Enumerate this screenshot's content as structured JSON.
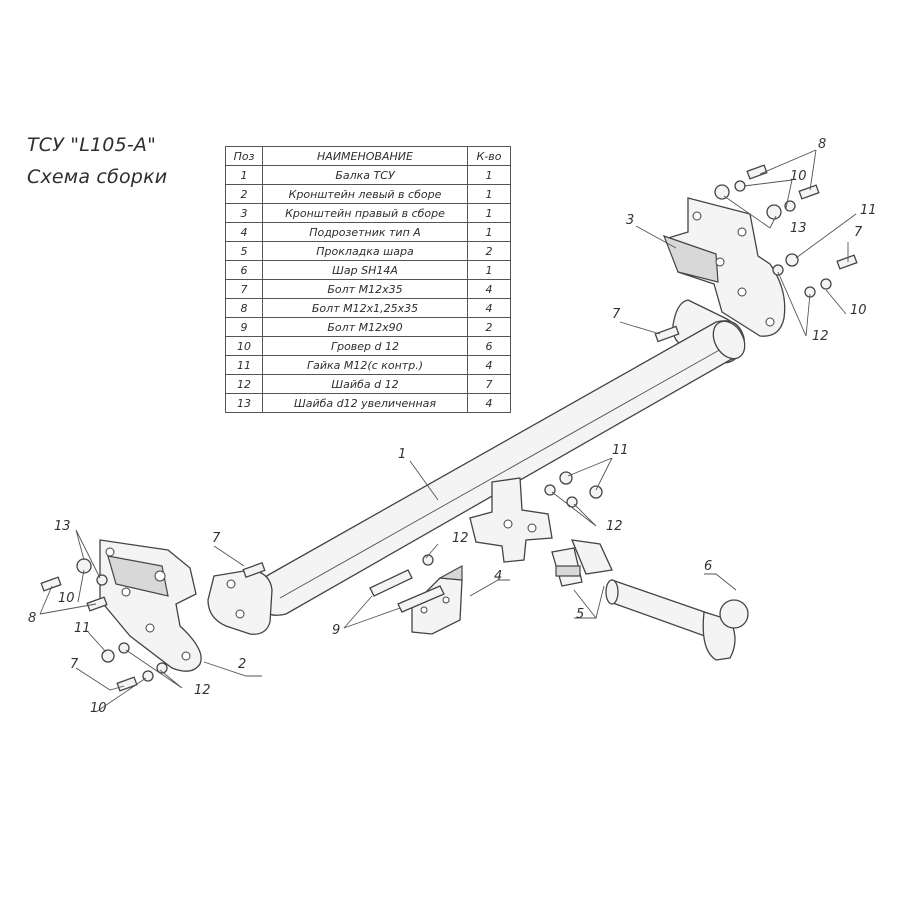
{
  "title": {
    "line1": "ТСУ \"L105-A\"",
    "line2": "Схема сборки"
  },
  "table": {
    "headers": [
      "Поз",
      "НАИМЕНОВАНИЕ",
      "К-во"
    ],
    "rows": [
      [
        "1",
        "Балка ТСУ",
        "1"
      ],
      [
        "2",
        "Кронштейн левый в сборе",
        "1"
      ],
      [
        "3",
        "Кронштейн правый в сборе",
        "1"
      ],
      [
        "4",
        "Подрозетник тип А",
        "1"
      ],
      [
        "5",
        "Прокладка шара",
        "2"
      ],
      [
        "6",
        "Шар SH14A",
        "1"
      ],
      [
        "7",
        "Болт М12х35",
        "4"
      ],
      [
        "8",
        "Болт М12х1,25х35",
        "4"
      ],
      [
        "9",
        "Болт М12х90",
        "2"
      ],
      [
        "10",
        "Гровер d 12",
        "6"
      ],
      [
        "11",
        "Гайка М12(с контр.)",
        "4"
      ],
      [
        "12",
        "Шайба d 12",
        "7"
      ],
      [
        "13",
        "Шайба d12 увеличенная",
        "4"
      ]
    ]
  },
  "callouts": {
    "c1": "1",
    "c2": "2",
    "c3": "3",
    "c4": "4",
    "c5": "5",
    "c6": "6",
    "c7a": "7",
    "c7b": "7",
    "c7c": "7",
    "c7d": "7",
    "c8a": "8",
    "c8b": "8",
    "c9": "9",
    "c10a": "10",
    "c10b": "10",
    "c10c": "10",
    "c10d": "10",
    "c11a": "11",
    "c11b": "11",
    "c11c": "11",
    "c12a": "12",
    "c12b": "12",
    "c12c": "12",
    "c12d": "12",
    "c13a": "13",
    "c13b": "13"
  }
}
